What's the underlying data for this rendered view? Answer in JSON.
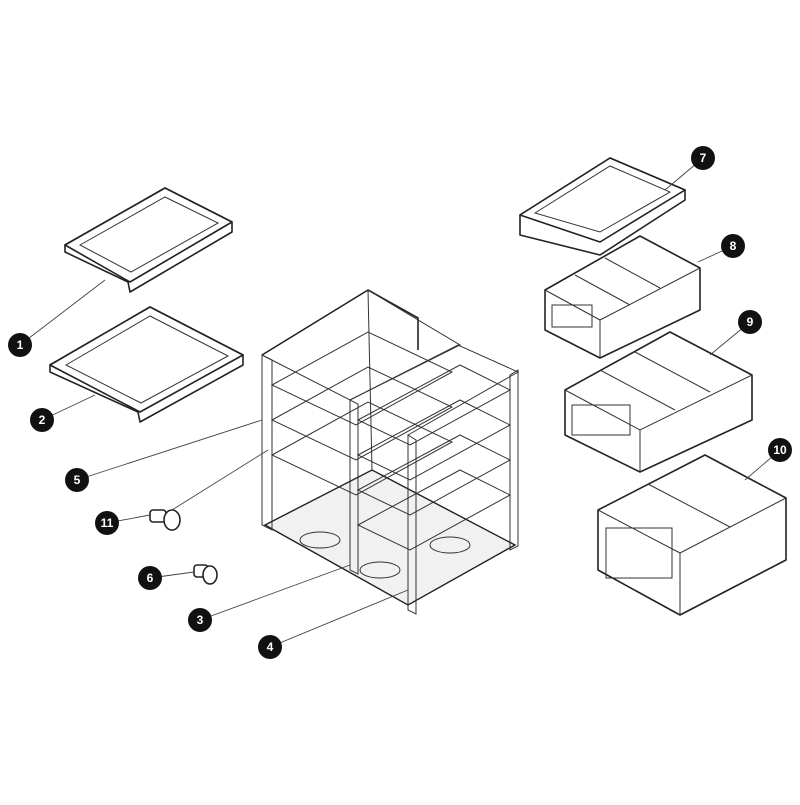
{
  "diagram": {
    "type": "exploded-parts-view",
    "callouts": [
      {
        "label": "1",
        "part": "top-tray-frame-small"
      },
      {
        "label": "2",
        "part": "top-tray-frame-large"
      },
      {
        "label": "3",
        "part": "rack-right-section"
      },
      {
        "label": "4",
        "part": "rack-base"
      },
      {
        "label": "5",
        "part": "rack-left-section"
      },
      {
        "label": "6",
        "part": "connector-knob"
      },
      {
        "label": "7",
        "part": "lid-tray"
      },
      {
        "label": "8",
        "part": "small-bin"
      },
      {
        "label": "9",
        "part": "medium-bin"
      },
      {
        "label": "10",
        "part": "large-bin"
      },
      {
        "label": "11",
        "part": "connector-knob-large"
      }
    ],
    "colors": {
      "line": "#222222",
      "badge": "#111111",
      "background": "#ffffff"
    }
  }
}
